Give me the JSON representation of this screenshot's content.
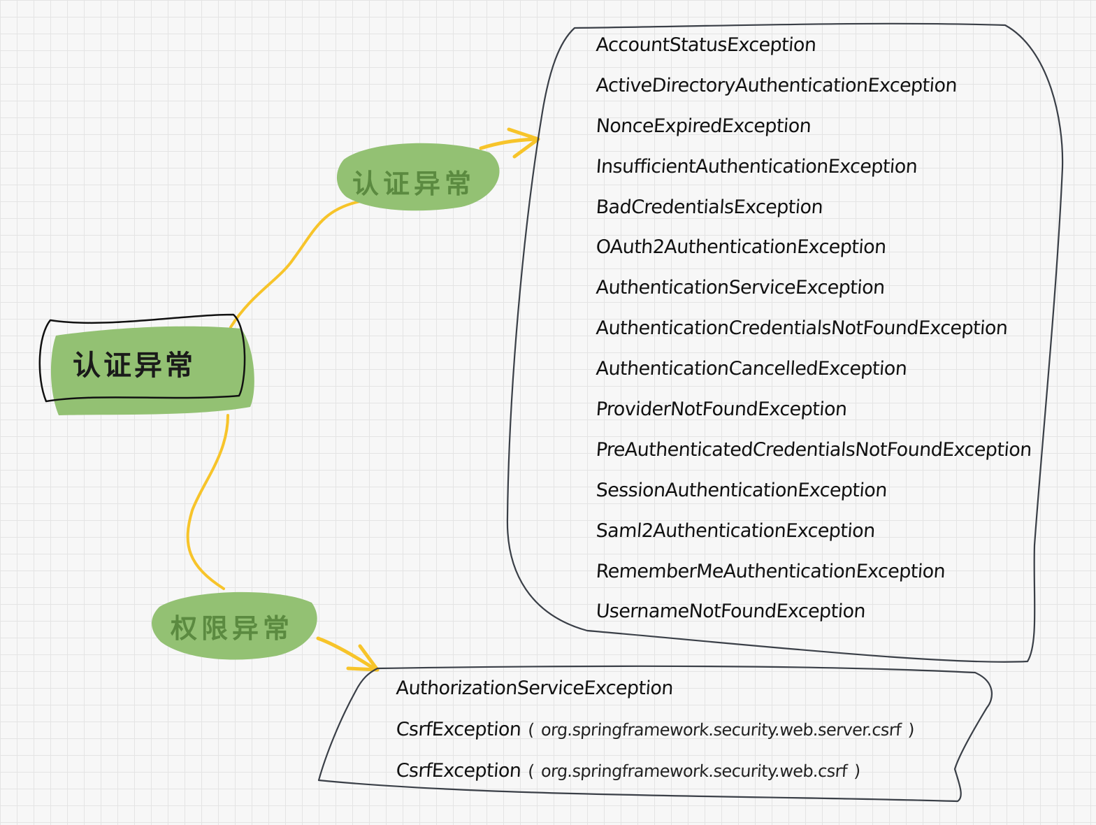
{
  "diagram": {
    "root": {
      "label": "认证异常"
    },
    "branches": [
      {
        "label": "认证异常",
        "items": [
          "AccountStatusException",
          "ActiveDirectoryAuthenticationException",
          "NonceExpiredException",
          "InsufficientAuthenticationException",
          "BadCredentialsException",
          "OAuth2AuthenticationException",
          "AuthenticationServiceException",
          "AuthenticationCredentialsNotFoundException",
          "AuthenticationCancelledException",
          "ProviderNotFoundException",
          "PreAuthenticatedCredentialsNotFoundException",
          "SessionAuthenticationException",
          "Saml2AuthenticationException",
          "RememberMeAuthenticationException",
          "UsernameNotFoundException"
        ]
      },
      {
        "label": "权限异常",
        "items": [
          {
            "name": "AuthorizationServiceException",
            "package": ""
          },
          {
            "name": "CsrfException",
            "package": "org.springframework.security.web.server.csrf"
          },
          {
            "name": "CsrfException",
            "package": "org.springframework.security.web.csrf"
          }
        ]
      }
    ],
    "colors": {
      "node_fill": "#93c173",
      "branch_text": "#5b8a40",
      "connector": "#f7c42a",
      "outline": "#3a3f47"
    }
  }
}
